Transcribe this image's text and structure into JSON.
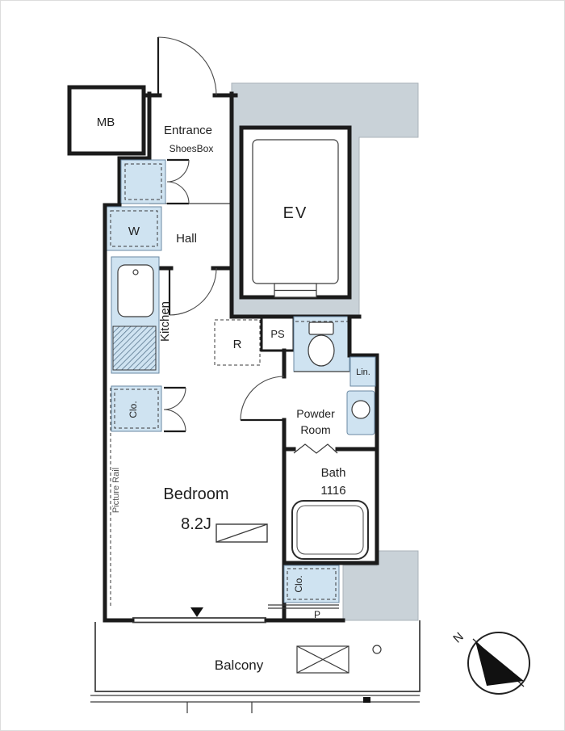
{
  "floorplan": {
    "labels": {
      "mb": "MB",
      "entrance": "Entrance",
      "shoesbox": "ShoesBox",
      "washer": "W",
      "hall": "Hall",
      "ev": "EV",
      "kitchen": "Kitchen",
      "refrigerator": "R",
      "pipe_space": "PS",
      "linen": "Lin.",
      "powder_line1": "Powder",
      "powder_line2": "Room",
      "bath_line1": "Bath",
      "bath_line2": "1116",
      "closet_upper": "Clo.",
      "closet_lower": "Clo.",
      "bedroom_name": "Bedroom",
      "bedroom_size": "8.2J",
      "picture_rail": "Picture Rail",
      "porch": "P",
      "balcony": "Balcony",
      "north": "N"
    },
    "colors": {
      "wall": "#1b1b1b",
      "fixture_fill": "#cfe3f1",
      "common_area_fill": "#c9d2d8",
      "background": "#ffffff"
    }
  }
}
